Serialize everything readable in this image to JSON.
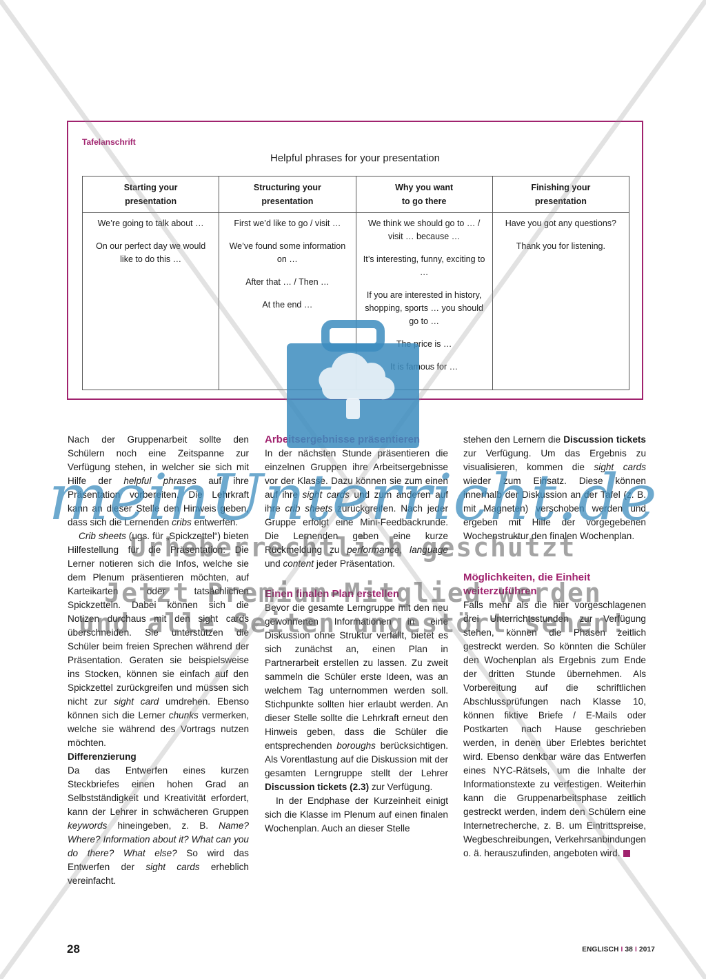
{
  "board": {
    "label": "Tafelanschrift",
    "title": "Helpful phrases for your presentation",
    "columns": [
      {
        "h1": "Starting your",
        "h2": "presentation",
        "items": [
          "We’re going to talk about …",
          "On our perfect day we would like to do this …"
        ]
      },
      {
        "h1": "Structuring your",
        "h2": "presentation",
        "items": [
          "First we’d like to go / visit …",
          "We’ve found some information on …",
          "After that … / Then …",
          "At the end …"
        ]
      },
      {
        "h1": "Why you want",
        "h2": "to go there",
        "items": [
          "We think we should go to … / visit … because …",
          "It’s interesting, funny, exciting to …",
          "If you are interested in history, shopping, sports … you should go to …",
          "The price is …",
          "It is famous for …"
        ]
      },
      {
        "h1": "Finishing your",
        "h2": "presentation",
        "items": [
          "Have you got any questions?",
          "Thank you for listening."
        ]
      }
    ]
  },
  "col1": {
    "p1a": "Nach der Gruppenarbeit sollte den Schülern noch eine Zeitspanne zur Verfügung stehen, in welcher sie sich mit Hilfe der ",
    "p1b": "helpful phrases",
    "p1c": " auf ihre Präsentation vorbereiten. Die Lehrkraft kann an dieser Stelle den Hinweis geben, dass sich die Lernenden ",
    "p1d": "cribs",
    "p1e": " entwerfen.",
    "p2a": "Crib sheets",
    "p2b": " (ugs. für „Spickzettel“) bieten Hilfestellung für die Präsentation: Die Lerner notieren sich die Infos, welche sie dem Plenum präsentieren möchten, auf Karteikarten oder tatsächlichen Spickzetteln. Dabei können sich die Notizen durchaus mit den sight cards überschneiden. Sie unterstützen die Schüler beim freien Sprechen während der Präsentation. Geraten sie beispielsweise ins Stocken, können sie einfach auf den Spickzettel zurückgreifen und müssen sich nicht zur ",
    "p2c": "sight card",
    "p2d": " umdrehen. Ebenso können sich die Lerner ",
    "p2e": "chunks",
    "p2f": " vermerken, welche sie während des Vortrags nutzen möchten.",
    "h": "Differenzierung",
    "p3a": "Da das Entwerfen eines kurzen Steckbriefes einen hohen Grad an Selbstständigkeit und Kreativität erfordert, kann der Lehrer in schwächeren Gruppen ",
    "p3b": "keywords",
    "p3c": " hineingeben, z. B. ",
    "p3d": "Name? Where? Information about it? What can you do there? What else?",
    "p3e": " So wird das Entwerfen der ",
    "p3f": "sight cards",
    "p3g": " erheblich vereinfacht."
  },
  "col2": {
    "h1": "Arbeitsergebnisse präsentieren",
    "p1a": "In der nächsten Stunde präsentieren die einzelnen Gruppen ihre Arbeitsergebnisse vor der Klasse. Dazu können sie zum einen auf ihre ",
    "p1b": "sight cards",
    "p1c": " und zum anderen auf ihre ",
    "p1d": "crib sheets",
    "p1e": " zurückgreifen. Nach jeder Gruppe erfolgt eine Mini-Feedbackrunde. Die Lernenden geben eine kurze Rückmeldung zu ",
    "p1f": "performance",
    "p1g": ", ",
    "p1h": "language",
    "p1i": " und ",
    "p1j": "content",
    "p1k": " jeder Präsentation.",
    "h2": "Einen finalen Plan erstellen",
    "p2a": "Bevor die gesamte Lerngruppe mit den neu gewonnenen Informationen in eine Diskussion ohne Struktur verfällt, bietet es sich zunächst an, einen Plan in Partnerarbeit erstellen zu lassen. Zu zweit sammeln die Schüler erste Ideen, was an welchem Tag unternommen werden soll. Stichpunkte sollten hier erlaubt werden. An dieser Stelle sollte die Lehrkraft erneut den Hinweis geben, dass die Schüler die entsprechenden ",
    "p2b": "boroughs",
    "p2c": " berücksichtigen. Als Vorentlastung auf die Diskussion mit der gesamten Lerngruppe stellt der Lehrer ",
    "p2d": "Discussion tickets (2.3)",
    "p2e": " zur Verfügung.",
    "p3": "In der Endphase der Kurzeinheit einigt sich die Klasse im Plenum auf einen finalen Wochenplan. Auch an dieser Stelle"
  },
  "col3": {
    "p1a": "stehen den Lernern die ",
    "p1b": "Discussion tickets",
    "p1c": " zur Verfügung. Um das Ergebnis zu visualisieren, kommen die ",
    "p1d": "sight cards",
    "p1e": " wieder zum Einsatz. Diese können innerhalb der Diskussion an der Tafel (z. B. mit Magneten) verschoben werden und ergeben mit Hilfe der vorgegebenen Wochenstruktur den finalen Wochenplan.",
    "h": "Möglichkeiten, die Einheit weiterzuführen",
    "p2": "Falls mehr als die hier vorgeschlagenen drei Unterrichtsstunden zur Verfügung stehen, können die Phasen zeitlich gestreckt werden. So könnten die Schüler den Wochenplan als Ergebnis zum Ende der dritten Stunde übernehmen. Als Vorbereitung auf die schriftlichen Abschlussprüfungen nach Klasse 10, können fiktive Briefe / E-Mails oder Postkarten nach Hause geschrieben werden, in denen über Erlebtes berichtet wird. Ebenso denkbar wäre das Entwerfen eines NYC-Rätsels, um die Inhalte der Informationstexte zu verfestigen. Weiterhin kann die Gruppenarbeitsphase zeitlich gestreckt werden, indem den Schülern eine Internetrecherche, z. B. um Eintrittspreise, Wegbeschreibungen, Verkehrsanbindungen o. ä. herauszufinden, angeboten wird."
  },
  "footer": {
    "page": "28",
    "mag1": "ENGLISCH",
    "sep": "I",
    "mag2": "38",
    "mag3": "2017"
  },
  "watermark": {
    "brand": "meinUnterricht.de",
    "line1": "Urheberrechtlich geschützt",
    "line2": "Jetzt Premium-Mitglied werden",
    "line3": "und alle Seiten ungestört sehen!"
  },
  "colors": {
    "accent": "#a0226e",
    "watermark_blue": "#3c8cbe"
  },
  "icons": [
    "briefcase-cloud-icon"
  ]
}
